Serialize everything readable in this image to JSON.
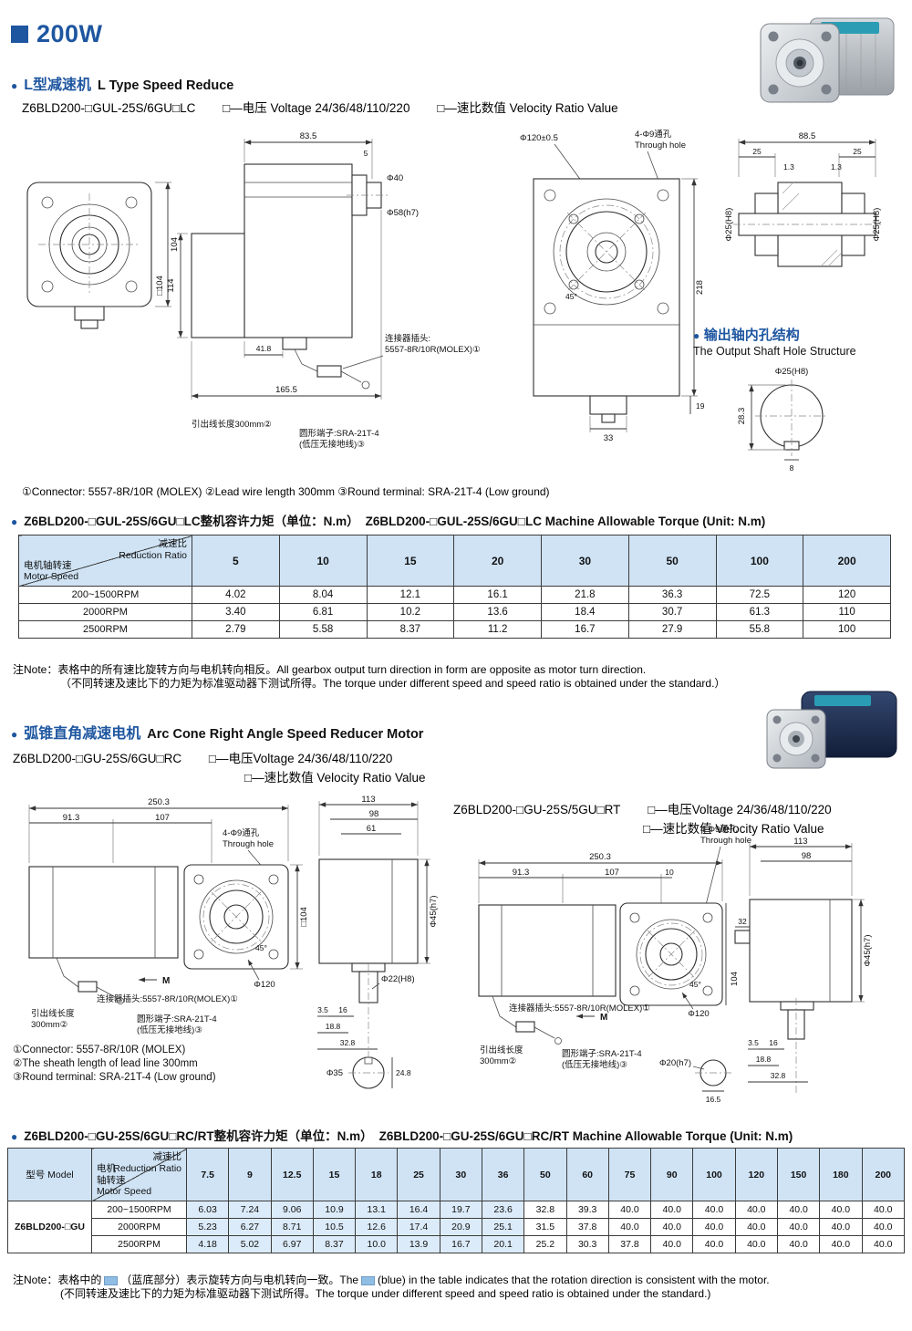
{
  "colors": {
    "accent": "#1e56a0",
    "thbg": "#cfe3f5",
    "hl": "#dcebf9",
    "teal": "#2a9db5",
    "swatch": "#8fbde4"
  },
  "header": {
    "title": "200W"
  },
  "section_l": {
    "heading_cn": "L型减速机",
    "heading_en": "L Type Speed Reduce",
    "model": "Z6BLD200-□GUL-25S/6GU□LC",
    "voltage": "□—电压 Voltage 24/36/48/110/220",
    "ratio": "□—速比数值 Velocity Ratio Value",
    "footnote": "①Connector: 5557-8R/10R (MOLEX) ②Lead wire length 300mm ③Round terminal: SRA-21T-4 (Low ground)"
  },
  "shaft_hole": {
    "heading_cn": "输出轴内孔结构",
    "heading_en": "The Output Shaft Hole Structure",
    "d_phi": "Φ25(H8)",
    "d_283": "28.3",
    "d_8": "8"
  },
  "drawing_l": {
    "front_dim": "104",
    "side": {
      "d_835": "83.5",
      "d_5": "5",
      "d_40": "Φ40",
      "d_58": "Φ58(h7)",
      "d_114": "114",
      "d_sq104": "□104",
      "d_418": "41.8",
      "d_1655": "165.5",
      "connector1": "连接器插头:",
      "connector2": "5557-8R/10R(MOLEX)①",
      "lead": "引出线长度300mm②",
      "terminal1": "圆形端子:SRA-21T-4",
      "terminal2": "(低压无接地线)③"
    },
    "face": {
      "d_120": "Φ120±0.5",
      "holes1": "4-Φ9通孔",
      "holes2": "Through hole",
      "d_218": "218",
      "d_19": "19",
      "d_33": "33",
      "d_45": "45°"
    },
    "shaft": {
      "d_885": "88.5",
      "d_25a": "25",
      "d_25b": "25",
      "d_13a": "1.3",
      "d_13b": "1.3",
      "d_25l": "Φ25(H8)",
      "d_25r": "Φ25(H8)"
    }
  },
  "table1": {
    "title_cn": "Z6BLD200-□GUL-25S/6GU□LC整机容许力矩（单位：N.m）",
    "title_en": "Z6BLD200-□GUL-25S/6GU□LC Machine Allowable Torque (Unit: N.m)",
    "corner_top1": "减速比",
    "corner_top2": "Reduction Ratio",
    "corner_bottom1": "电机轴转速",
    "corner_bottom2": "Motor Speed",
    "ratios": [
      "5",
      "10",
      "15",
      "20",
      "30",
      "50",
      "100",
      "200"
    ],
    "rows": [
      {
        "label": "200~1500RPM",
        "values": [
          "4.02",
          "8.04",
          "12.1",
          "16.1",
          "21.8",
          "36.3",
          "72.5",
          "120"
        ]
      },
      {
        "label": "2000RPM",
        "values": [
          "3.40",
          "6.81",
          "10.2",
          "13.6",
          "18.4",
          "30.7",
          "61.3",
          "110"
        ]
      },
      {
        "label": "2500RPM",
        "values": [
          "2.79",
          "5.58",
          "8.37",
          "11.2",
          "16.7",
          "27.9",
          "55.8",
          "100"
        ]
      }
    ],
    "note1": "注Note：表格中的所有速比旋转方向与电机转向相反。All gearbox output turn direction in form are opposite as motor turn direction.",
    "note2": "（不同转速及速比下的力矩为标准驱动器下测试所得。The torque under different speed and speed ratio is obtained under the standard.）"
  },
  "section_arc": {
    "heading_cn": "弧锥直角减速电机",
    "heading_en": "Arc Cone Right Angle Speed Reducer Motor",
    "model_rc": "Z6BLD200-□GU-25S/6GU□RC",
    "voltage_rc": "□—电压Voltage 24/36/48/110/220",
    "ratio_rc": "□—速比数值 Velocity Ratio Value",
    "model_rt": "Z6BLD200-□GU-25S/5GU□RT",
    "voltage_rt": "□—电压Voltage 24/36/48/110/220",
    "ratio_rt": "□—速比数值 Velocity Ratio Value",
    "fn1": "①Connector: 5557-8R/10R (MOLEX)",
    "fn2": "②The sheath length of lead line 300mm",
    "fn3": "③Round terminal: SRA-21T-4 (Low ground)"
  },
  "drawing_rc": {
    "d_2503": "250.3",
    "d_913": "91.3",
    "d_107": "107",
    "d_113": "113",
    "d_98": "98",
    "d_61": "61",
    "holes1": "4-Φ9通孔",
    "holes2": "Through hole",
    "d_sq104": "□104",
    "d_45deg": "45°",
    "d_120": "Φ120",
    "d_m": "M",
    "d_45h7": "Φ45(h7)",
    "d_35": "3.5",
    "d_16": "16",
    "d_188": "18.8",
    "d_328": "32.8",
    "d_22": "Φ22(H8)",
    "d_phi35": "Φ35",
    "d_248": "24.8",
    "connector": "连接器插头:5557-8R/10R(MOLEX)①",
    "lead1": "引出线长度",
    "lead2": "300mm②",
    "terminal1": "圆形端子:SRA-21T-4",
    "terminal2": "(低压无接地线)③"
  },
  "drawing_rt": {
    "d_2503": "250.3",
    "d_913": "91.3",
    "d_107": "107",
    "d_10": "10",
    "d_113": "113",
    "d_98": "98",
    "d_32": "32",
    "holes1": "4-Φ9通孔",
    "holes2": "Through hole",
    "d_104": "104",
    "d_45deg": "45°",
    "d_120": "Φ120",
    "d_m": "M",
    "d_45h7": "Φ45(h7)",
    "d_35": "3.5",
    "d_16": "16",
    "d_188": "18.8",
    "d_328": "32.8",
    "d_20": "Φ20(h7)",
    "d_165": "16.5",
    "connector": "连接器插头:5557-8R/10R(MOLEX)①",
    "lead1": "引出线长度",
    "lead2": "300mm②",
    "terminal1": "圆形端子:SRA-21T-4",
    "terminal2": "(低压无接地线)③"
  },
  "table2": {
    "title_cn": "Z6BLD200-□GU-25S/6GU□RC/RT整机容许力矩（单位：N.m）",
    "title_en": "Z6BLD200-□GU-25S/6GU□RC/RT Machine Allowable Torque (Unit: N.m)",
    "model_header": "型号 Model",
    "corner_top1": "减速比",
    "corner_top2": "Reduction Ratio",
    "corner_bottom1": "电机",
    "corner_bottom2": "轴转速",
    "corner_bottom3": "Motor Speed",
    "model_value": "Z6BLD200-□GU",
    "ratios": [
      "7.5",
      "9",
      "12.5",
      "15",
      "18",
      "25",
      "30",
      "36",
      "50",
      "60",
      "75",
      "90",
      "100",
      "120",
      "150",
      "180",
      "200"
    ],
    "rows": [
      {
        "label": "200~1500RPM",
        "values": [
          "6.03",
          "7.24",
          "9.06",
          "10.9",
          "13.1",
          "16.4",
          "19.7",
          "23.6",
          "32.8",
          "39.3",
          "40.0",
          "40.0",
          "40.0",
          "40.0",
          "40.0",
          "40.0",
          "40.0"
        ]
      },
      {
        "label": "2000RPM",
        "values": [
          "5.23",
          "6.27",
          "8.71",
          "10.5",
          "12.6",
          "17.4",
          "20.9",
          "25.1",
          "31.5",
          "37.8",
          "40.0",
          "40.0",
          "40.0",
          "40.0",
          "40.0",
          "40.0",
          "40.0"
        ]
      },
      {
        "label": "2500RPM",
        "values": [
          "4.18",
          "5.02",
          "6.97",
          "8.37",
          "10.0",
          "13.9",
          "16.7",
          "20.1",
          "25.2",
          "30.3",
          "37.8",
          "40.0",
          "40.0",
          "40.0",
          "40.0",
          "40.0",
          "40.0"
        ]
      }
    ],
    "note_p1": "注Note：表格中的",
    "note_p2": "（蓝底部分）表示旋转方向与电机转向一致。The",
    "note_p3": "(blue) in the table indicates that the rotation direction is consistent with the motor.",
    "note_line2": "(不同转速及速比下的力矩为标准驱动器下测试所得。The torque under different speed and speed ratio is obtained under the standard.)"
  }
}
